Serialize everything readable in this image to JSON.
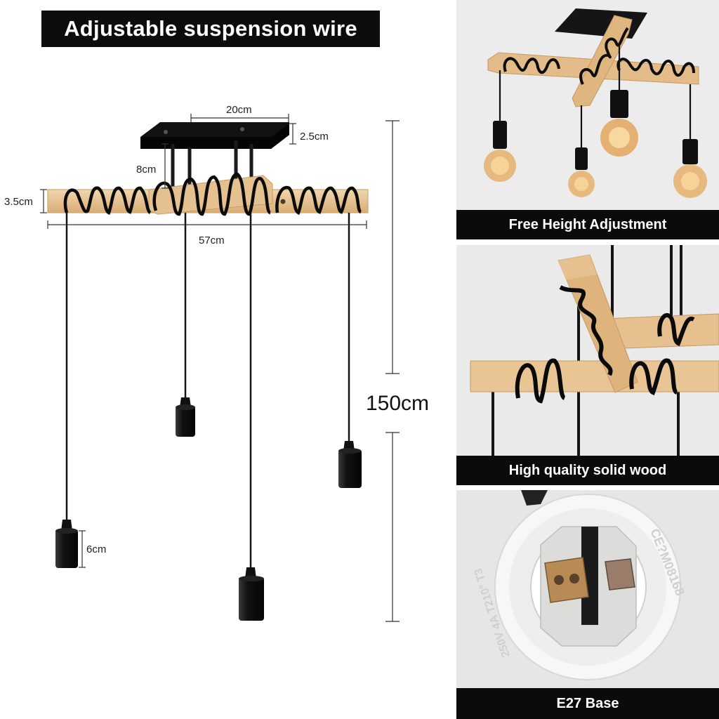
{
  "title": "Adjustable suspension wire",
  "dimensions": {
    "plate_width": "20cm",
    "plate_thickness": "2.5cm",
    "rod_length": "8cm",
    "beam_thickness": "3.5cm",
    "beam_length": "57cm",
    "total_height": "150cm",
    "socket_height": "6cm"
  },
  "features": [
    {
      "caption": "Free Height Adjustment"
    },
    {
      "caption": "High quality solid wood"
    },
    {
      "caption": "E27 Base"
    }
  ],
  "socket_markings": {
    "line1": "CE?M08168",
    "line2": "250V 4A T210° T3"
  },
  "colors": {
    "wood": "#e8c79a",
    "wood_dark": "#c99a63",
    "metal": "#1a1a1a",
    "caption_bg": "#0b0b0b",
    "panel_bg": "#eeeeee"
  }
}
